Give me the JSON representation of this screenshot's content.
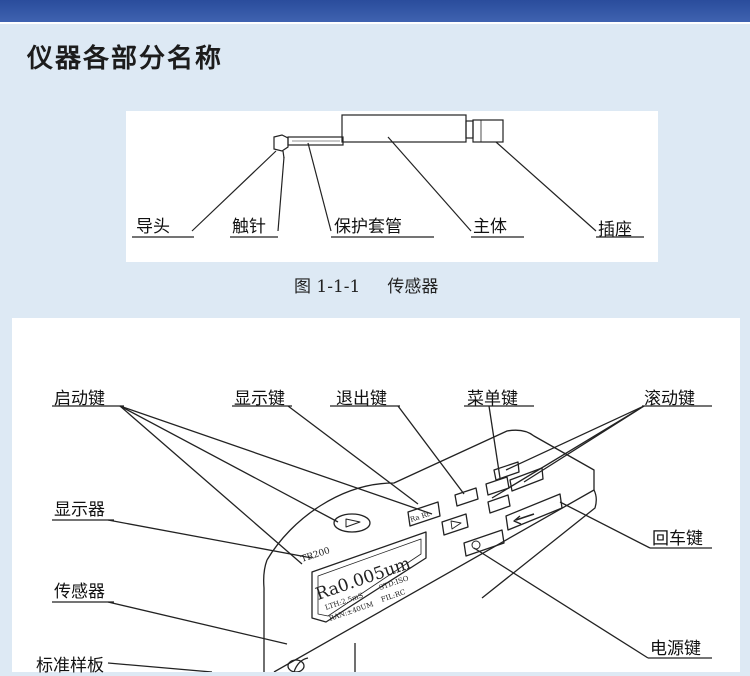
{
  "header": {
    "title": "仪器各部分名称"
  },
  "sensor_figure": {
    "caption_number": "图 1-1-1",
    "caption_title": "传感器",
    "labels": {
      "guide_head": "导头",
      "stylus": "触针",
      "protective_tube": "保护套管",
      "main_body": "主体",
      "socket": "插座"
    }
  },
  "device_figure": {
    "labels": {
      "start_key": "启动键",
      "display_key": "显示键",
      "exit_key": "退出键",
      "menu_key": "菜单键",
      "scroll_key": "滚动键",
      "display": "显示器",
      "enter_key": "回车键",
      "sensor": "传感器",
      "standard_sample": "标准样板",
      "power_key": "电源键"
    },
    "screen": {
      "model": "TR200",
      "reading": "Ra0.005um",
      "line2_left": "LTH:2.5mS",
      "line2_right": "STD:ISO",
      "line3_left": "RAN:±40UM",
      "line3_right": "FIL:RC",
      "display_button": "Ra Rt"
    }
  }
}
